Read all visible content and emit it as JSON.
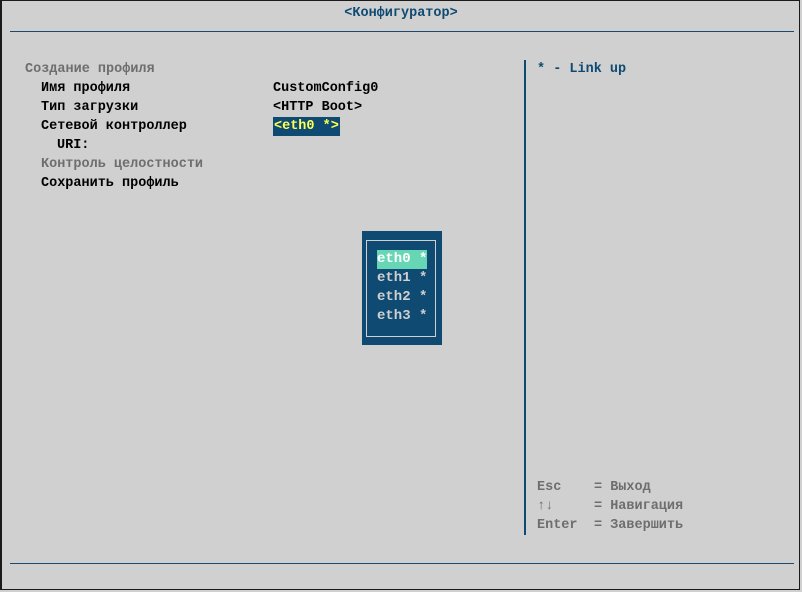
{
  "title": "<Конфигуратор>",
  "section": "Создание профиля",
  "fields": [
    {
      "label": "Имя профиля",
      "value": "CustomConfig0"
    },
    {
      "label": "Тип загрузки",
      "value": "<HTTP Boot>"
    },
    {
      "label": "Сетевой контроллер",
      "value": "<eth0 *>"
    },
    {
      "label": "URI:",
      "value": ""
    }
  ],
  "integrity": "Контроль целостности",
  "save": "Сохранить профиль",
  "info": "* - Link up",
  "popup": {
    "options": [
      "eth0 *",
      "eth1 *",
      "eth2 *",
      "eth3 *"
    ],
    "selected": 0
  },
  "help": [
    {
      "key": "Esc",
      "desc": "= Выход"
    },
    {
      "key": "↑↓",
      "desc": "= Навигация"
    },
    {
      "key": "Enter",
      "desc": "= Завершить"
    }
  ]
}
